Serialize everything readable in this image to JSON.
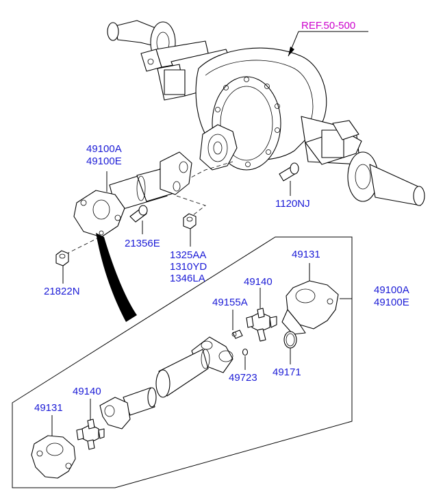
{
  "reference": {
    "text": "REF.50-500",
    "color": "#cc00cc"
  },
  "label_color": "#1a1ad6",
  "labels": {
    "assy_a": "49100A",
    "assy_e": "49100E",
    "bolt_1120": "1120NJ",
    "bolt_21356": "21356E",
    "nut_1325": "1325AA",
    "nut_1310": "1310YD",
    "nut_1346": "1346LA",
    "nut_21822": "21822N",
    "yoke_top": "49131",
    "spider_top": "49140",
    "grease_fitting": "49155A",
    "detail_assy_a": "49100A",
    "detail_assy_e": "49100E",
    "snap_ring": "49171",
    "seal": "49723",
    "spider_bottom": "49140",
    "yoke_bottom": "49131"
  }
}
